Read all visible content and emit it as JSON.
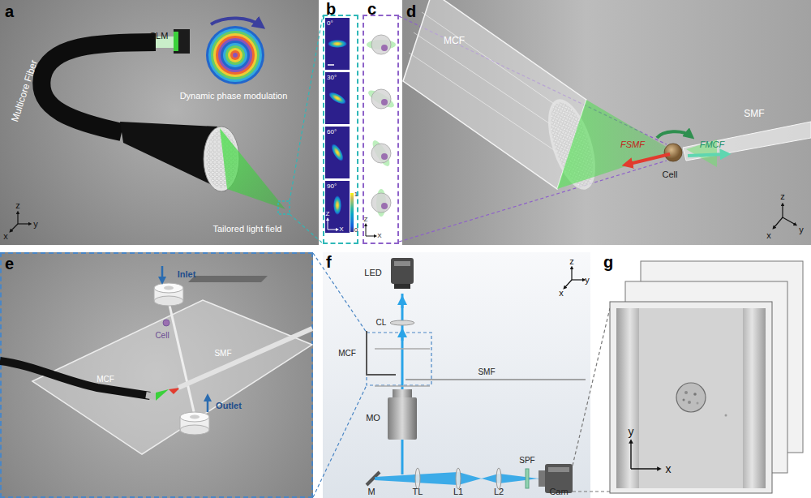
{
  "diagram": {
    "nodes": [
      {
        "text": [
          "a"
        ]
      },
      {
        "text": [
          "b"
        ]
      },
      {
        "text": [
          "c"
        ]
      },
      {
        "text": [
          "d"
        ]
      },
      {
        "text": [
          "e"
        ]
      },
      {
        "text": [
          "f"
        ]
      },
      {
        "text": [
          "g"
        ]
      }
    ],
    "labels": [
      "SLM",
      "Dynamic phase modulation",
      "Multicore Fiber",
      "Tailored light field",
      "z",
      "x",
      "y",
      "0°",
      "30°",
      "60°",
      "90°",
      "1",
      "0",
      "Z",
      "X",
      "Z",
      "X",
      "MCF",
      "FSMF",
      "FMCF",
      "Cell",
      "SMF",
      "z",
      "x",
      "y",
      "Inlet",
      "Cell",
      "SMF",
      "MCF",
      "Outlet",
      "LED",
      "CL",
      "MCF",
      "SMF",
      "MO",
      "M",
      "TL",
      "L1",
      "L2",
      "SPF",
      "Cam",
      "z",
      "x",
      "y",
      "y",
      "x"
    ]
  }
}
